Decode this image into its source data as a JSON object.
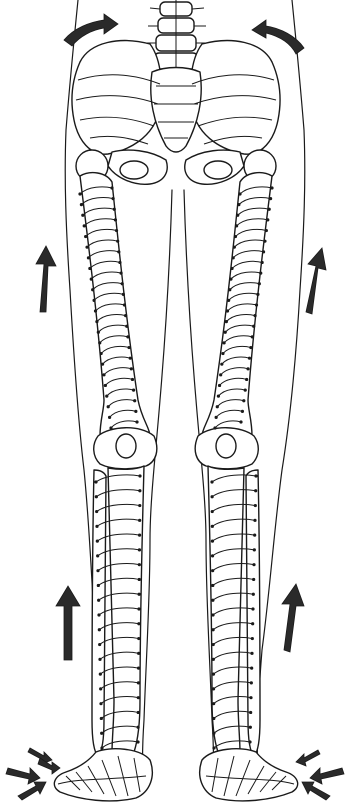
{
  "figure": {
    "colors": {
      "ink": "#1a1a1a",
      "arrow": "#2a2a2a",
      "background": "#ffffff"
    },
    "elements": {
      "left_leg_spiral_turns": 22,
      "right_leg_spiral_turns": 22,
      "left_shin_spiral_turns": 18,
      "right_shin_spiral_turns": 18
    }
  }
}
